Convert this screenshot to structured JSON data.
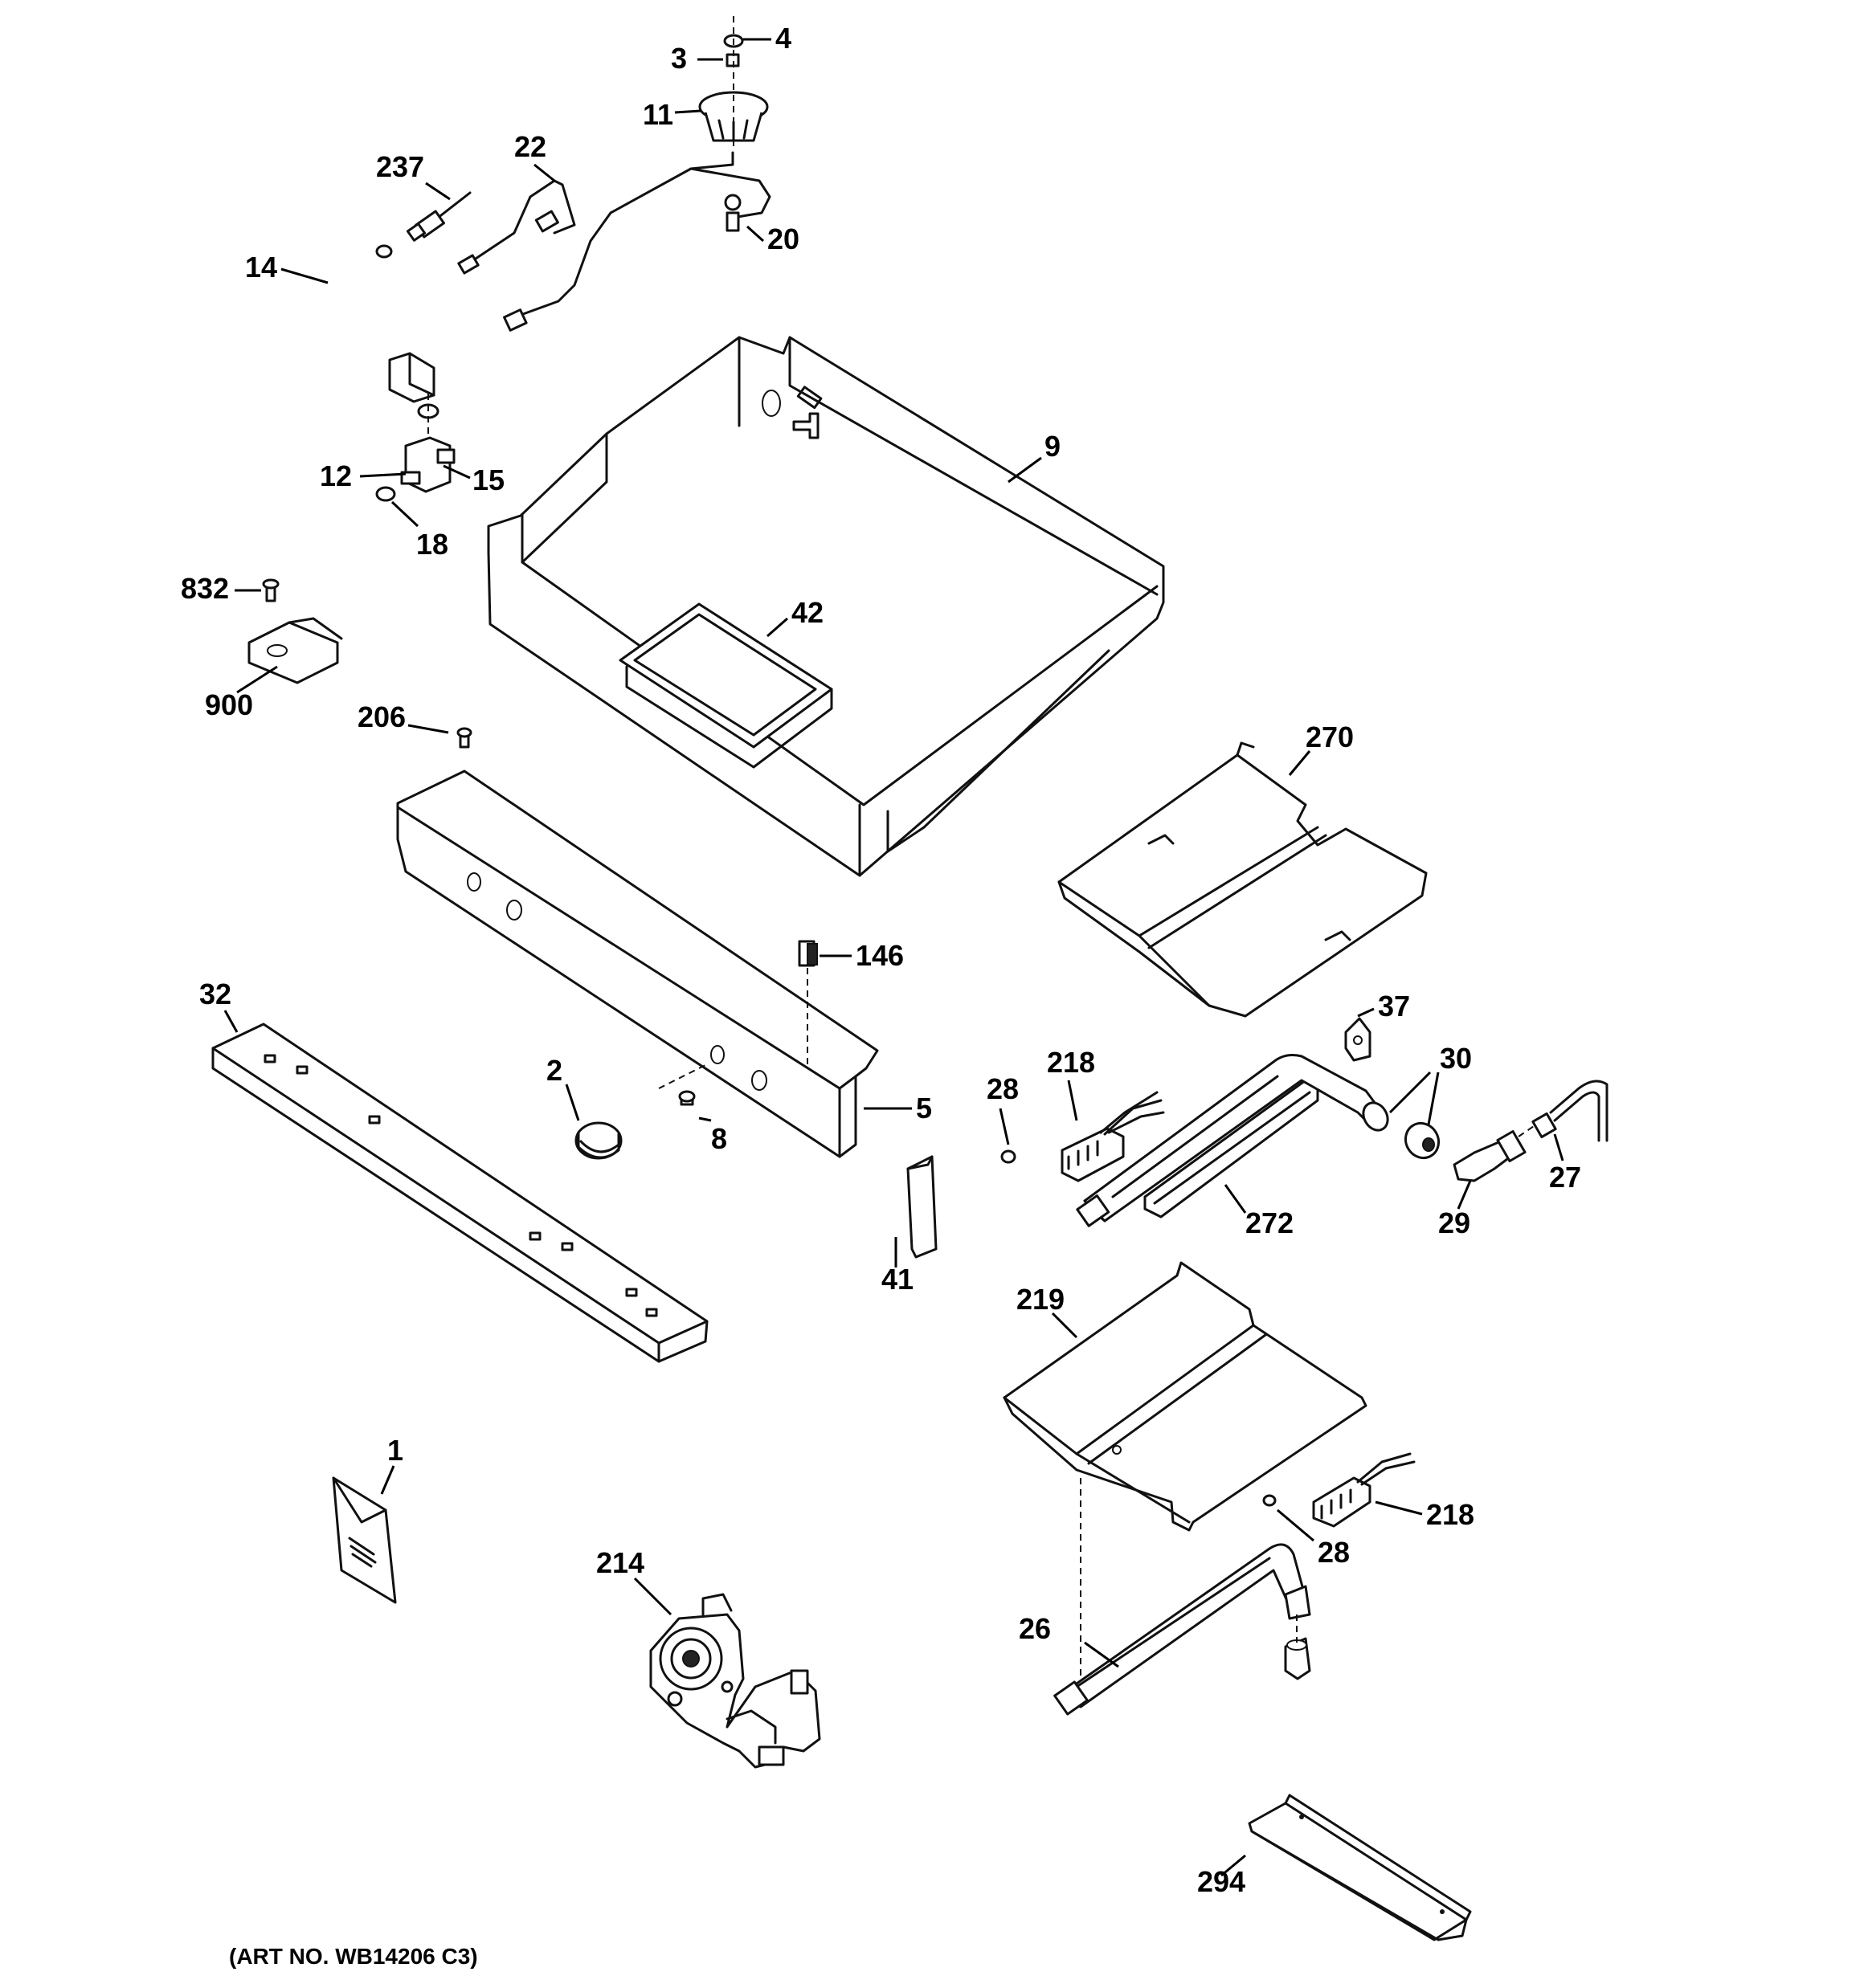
{
  "art_number": "(ART NO. WB14206 C3)",
  "callouts": {
    "c1": "1",
    "c2": "2",
    "c3": "3",
    "c4": "4",
    "c5": "5",
    "c8": "8",
    "c9": "9",
    "c11": "11",
    "c12": "12",
    "c14": "14",
    "c15": "15",
    "c18": "18",
    "c20": "20",
    "c22": "22",
    "c26": "26",
    "c27": "27",
    "c28a": "28",
    "c28b": "28",
    "c29": "29",
    "c30": "30",
    "c32": "32",
    "c37": "37",
    "c41": "41",
    "c42": "42",
    "c146": "146",
    "c206": "206",
    "c214": "214",
    "c218a": "218",
    "c218b": "218",
    "c219": "219",
    "c237": "237",
    "c270": "270",
    "c272": "272",
    "c294": "294",
    "c832": "832",
    "c900": "900"
  }
}
